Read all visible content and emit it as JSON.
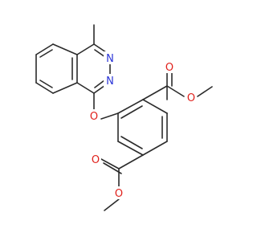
{
  "figure": {
    "atoms": {
      "n1": {
        "label": "N",
        "color": "#2b35d8"
      },
      "n2": {
        "label": "N",
        "color": "#2b35d8"
      },
      "o_ether": {
        "label": "O",
        "color": "#e0201b"
      },
      "o_carbonyl_top": {
        "label": "O",
        "color": "#e0201b"
      },
      "o_ester_top": {
        "label": "O",
        "color": "#e0201b"
      },
      "o_carbonyl_bottom": {
        "label": "O",
        "color": "#e0201b"
      },
      "o_ester_bottom": {
        "label": "O",
        "color": "#e0201b"
      }
    },
    "bond_color": "#2b2b2b",
    "background": "#ffffff"
  }
}
